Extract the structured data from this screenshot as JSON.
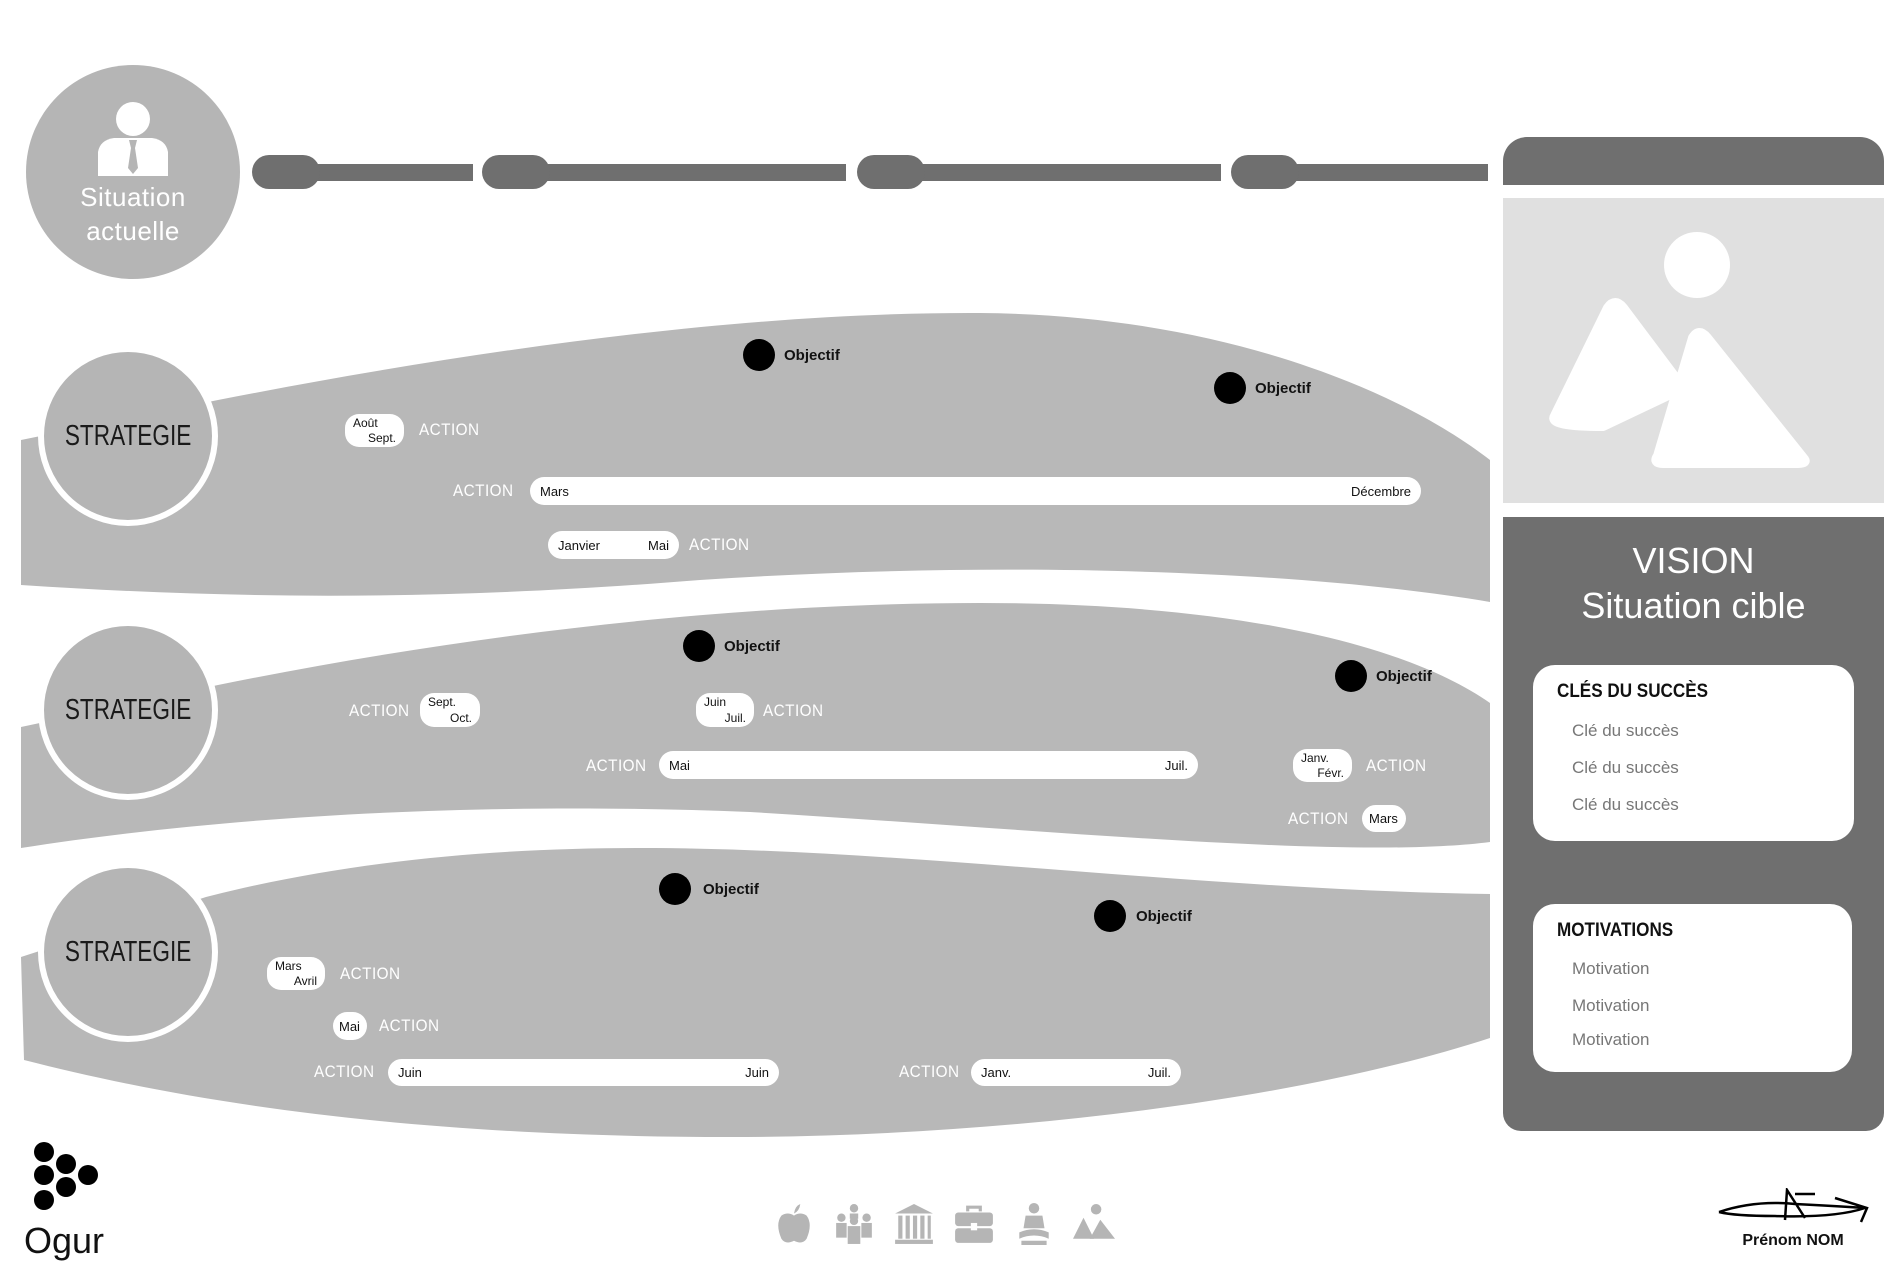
{
  "current_situation": {
    "line1": "Situation",
    "line2": "actuelle"
  },
  "vision": {
    "title": "VISION",
    "subtitle": "Situation cible"
  },
  "keys": {
    "title": "CLÉS DU SUCCÈS",
    "items": [
      "Clé du succès",
      "Clé du succès",
      "Clé du succès"
    ]
  },
  "motivations": {
    "title": "MOTIVATIONS",
    "items": [
      "Motivation",
      "Motivation",
      "Motivation"
    ]
  },
  "strategies": [
    {
      "label": "STRATEGIE",
      "objectives": [
        "Objectif",
        "Objectif"
      ],
      "actions": [
        {
          "label": "ACTION",
          "from": "Août",
          "to": "Sept."
        },
        {
          "label": "ACTION",
          "from": "Mars",
          "to": "Décembre"
        },
        {
          "label": "ACTION",
          "from": "Janvier",
          "to": "Mai"
        }
      ]
    },
    {
      "label": "STRATEGIE",
      "objectives": [
        "Objectif",
        "Objectif"
      ],
      "actions": [
        {
          "label": "ACTION",
          "from": "Sept.",
          "to": "Oct."
        },
        {
          "label": "ACTION",
          "from": "Juin",
          "to": "Juil."
        },
        {
          "label": "ACTION",
          "from": "Mai",
          "to": "Juil."
        },
        {
          "label": "ACTION",
          "from": "Janv.",
          "to": "Févr."
        },
        {
          "label": "ACTION",
          "from": "Mars"
        }
      ]
    },
    {
      "label": "STRATEGIE",
      "objectives": [
        "Objectif",
        "Objectif"
      ],
      "actions": [
        {
          "label": "ACTION",
          "from": "Mars",
          "to": "Avril"
        },
        {
          "label": "ACTION",
          "from": "Mai"
        },
        {
          "label": "ACTION",
          "from": "Juin",
          "to": "Juin"
        },
        {
          "label": "ACTION",
          "from": "Janv.",
          "to": "Juil."
        }
      ]
    }
  ],
  "footer": {
    "brand": "Ogur",
    "signature_name": "Prénom NOM",
    "icons": [
      "apple-icon",
      "family-icon",
      "institution-icon",
      "briefcase-icon",
      "meditation-icon",
      "mountain-icon"
    ]
  },
  "colors": {
    "band": "#b8b8b8",
    "dark": "#6f6f6f",
    "light": "#e0e0e0"
  }
}
